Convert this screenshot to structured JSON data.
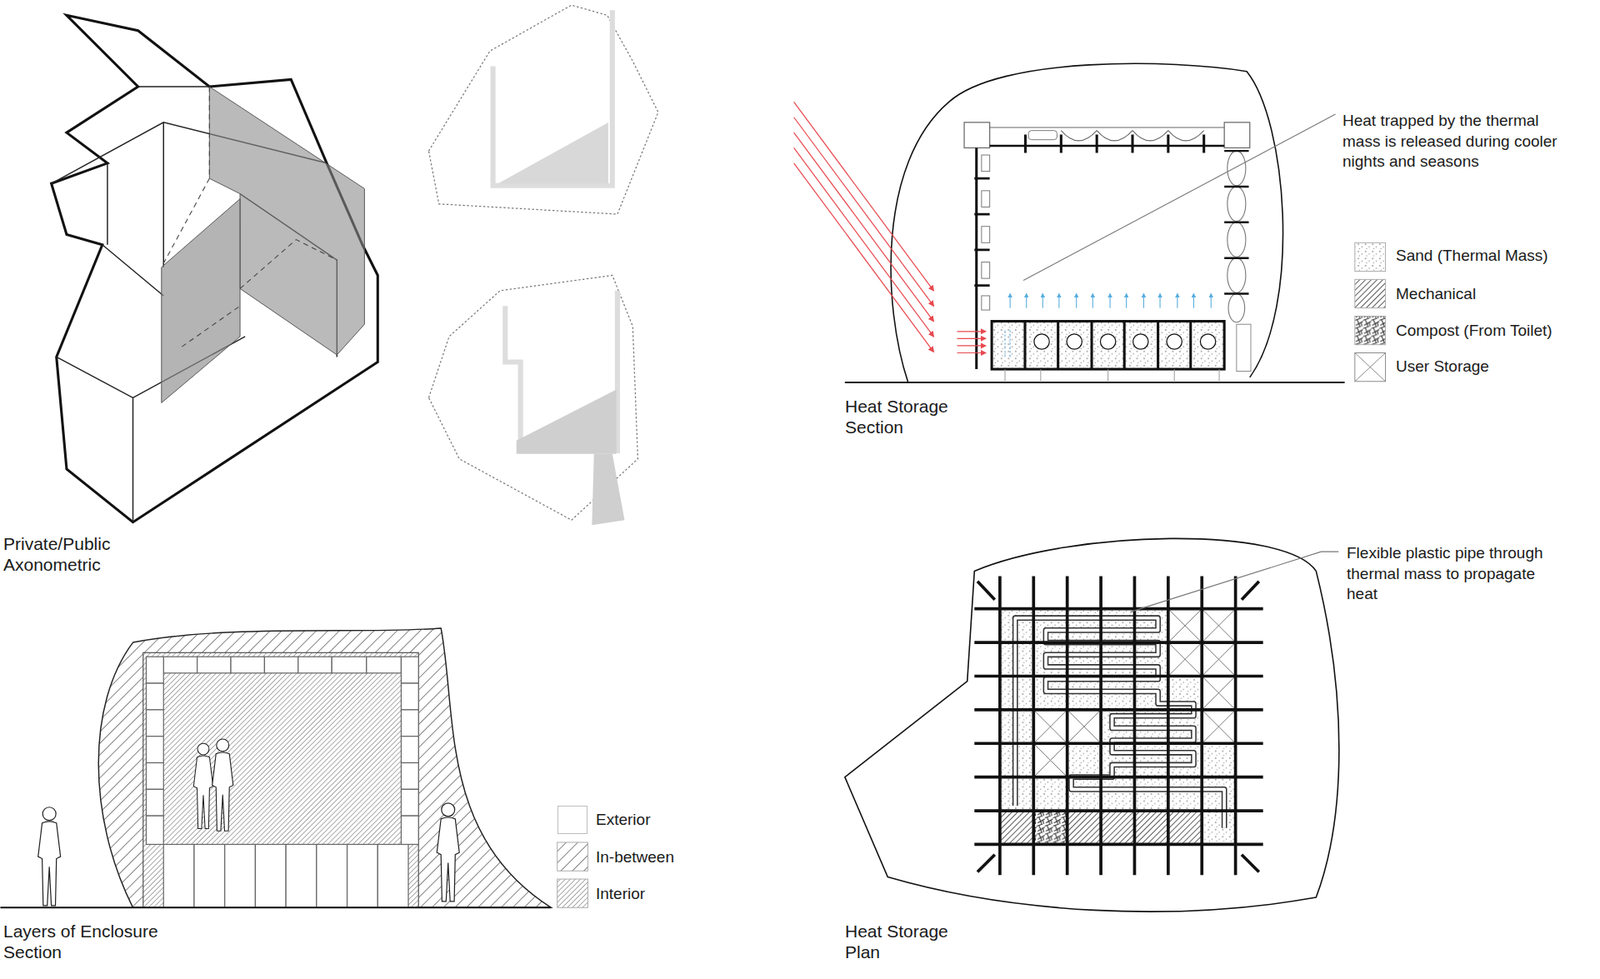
{
  "diagram": {
    "labels": [
      "Private/Public Axonometric",
      "Heat Storage Section",
      "Heat trapped by the thermal mass is released during cooler nights and seasons",
      "Layers of Enclosure Section",
      "Heat Storage Plan",
      "Flexible plastic pipe through thermal mass to propagate heat"
    ],
    "legend": [
      {
        "text": "Sand (Thermal Mass)"
      },
      {
        "text": "Mechanical"
      },
      {
        "text": "Compost (From Toilet)"
      },
      {
        "text": "User Storage"
      },
      {
        "text": "Exterior",
        "color": "#ffffff"
      },
      {
        "text": "In-between"
      },
      {
        "text": "Interior"
      }
    ]
  }
}
